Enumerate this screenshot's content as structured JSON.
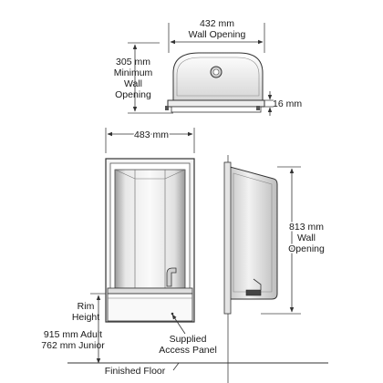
{
  "top_view": {
    "width_dim": "432 mm",
    "width_caption": "Wall Opening",
    "height_dim_lines": [
      "305 mm",
      "Minimum",
      "Wall",
      "Opening"
    ],
    "depth_dim": "16 mm"
  },
  "front_view": {
    "width_dim": "483 mm",
    "rim_lines": [
      "Rim",
      "Height"
    ],
    "rim_values": [
      "915 mm Adult",
      "762 mm Junior"
    ],
    "access_panel_lines": [
      "Supplied",
      "Access Panel"
    ]
  },
  "side_view": {
    "height_dim_lines": [
      "813 mm",
      "Wall",
      "Opening"
    ]
  },
  "floor_label": "Finished Floor"
}
